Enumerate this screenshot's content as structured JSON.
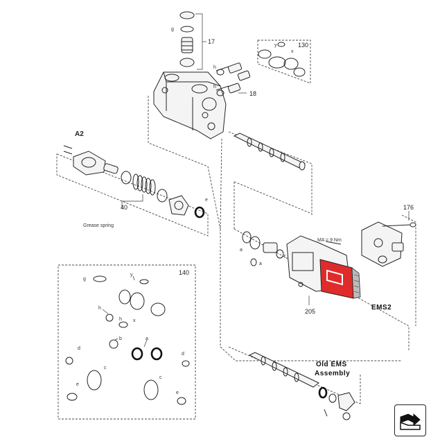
{
  "diagram": {
    "callouts": {
      "c17": "17",
      "c18": "18",
      "c130": "130",
      "c40": "40",
      "c140": "140",
      "c176": "176",
      "c205": "205",
      "a2": "A2",
      "ems2": "EMS2",
      "grease_spring": "Grease spring",
      "torque": "MA = 9 Nm",
      "old_ems_line1": "Old EMS",
      "old_ems_line2": "Assembly"
    },
    "letters": {
      "g1": "g",
      "h1": "h",
      "h2": "h",
      "y1": "y",
      "x1": "x",
      "e1": "e",
      "a1": "a",
      "a2": "a",
      "f1": "f",
      "g2": "g",
      "y2": "y",
      "x2": "x",
      "h3": "h",
      "h4": "h",
      "b1": "b",
      "a3": "a",
      "d1": "d",
      "c1": "c",
      "c2": "c",
      "d2": "d",
      "e2": "e",
      "e3": "e"
    },
    "colors": {
      "ems_highlight": "#e02b2b",
      "line": "#222222"
    }
  },
  "nav": {
    "icon": "next-page-arrow-icon"
  }
}
